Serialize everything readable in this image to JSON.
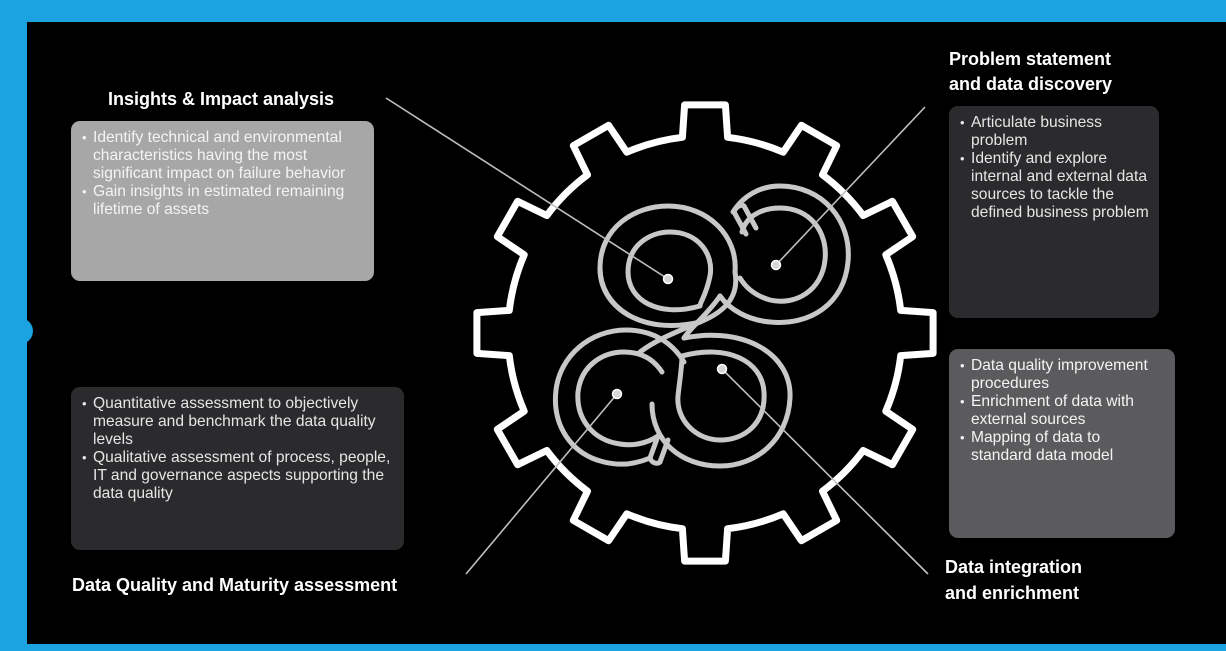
{
  "colors": {
    "accent": "#1aa3e0",
    "background": "#000000",
    "icon": "#ffffff",
    "infinity": "#c8c8c8"
  },
  "icons": {
    "center": "gear-with-infinity-loops",
    "edge_node": "circle-node"
  },
  "sections": {
    "insights": {
      "title": "Insights & Impact analysis",
      "bullets": [
        "Identify technical and environmental characteristics having the most significant impact on failure behavior",
        "Gain insights in estimated remaining lifetime of assets"
      ]
    },
    "problem": {
      "title_line1": "Problem statement",
      "title_line2": "and data discovery",
      "bullets": [
        "Articulate business problem",
        "Identify and explore internal and external data sources to tackle the defined business problem"
      ]
    },
    "integration": {
      "title_line1": "Data integration",
      "title_line2": "and enrichment",
      "bullets": [
        "Data quality improvement procedures",
        "Enrichment of data with external sources",
        "Mapping of data to standard data model"
      ]
    },
    "quality": {
      "title": "Data Quality and Maturity assessment",
      "bullets": [
        "Quantitative assessment to objectively measure and benchmark the data quality levels",
        "Qualitative assessment of process, people, IT and governance aspects supporting the data quality"
      ]
    }
  }
}
